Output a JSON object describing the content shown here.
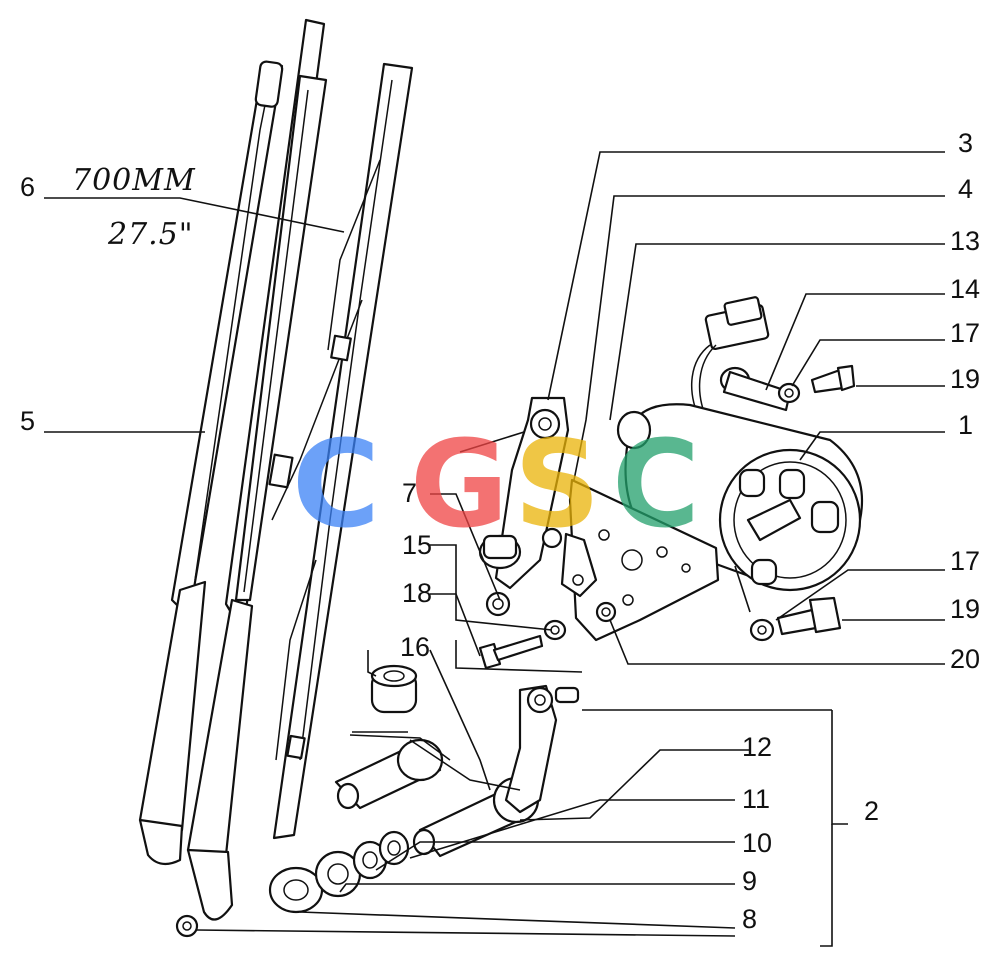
{
  "handwritten_note": {
    "line1": "700MM",
    "line2": "27.5\""
  },
  "watermark": {
    "letters": [
      {
        "char": "C",
        "color": "#3b82f6"
      },
      {
        "char": "G",
        "color": "#ef4444"
      },
      {
        "char": "S",
        "color": "#eab308"
      },
      {
        "char": "C",
        "color": "#22a06b"
      }
    ]
  },
  "callouts": {
    "c1": "1",
    "c2": "2",
    "c3": "3",
    "c4": "4",
    "c5": "5",
    "c6": "6",
    "c7": "7",
    "c8": "8",
    "c9": "9",
    "c10": "10",
    "c11": "11",
    "c12": "12",
    "c13": "13",
    "c14": "14",
    "c15": "15",
    "c16": "16",
    "c17a": "17",
    "c17b": "17",
    "c18": "18",
    "c19a": "19",
    "c19b": "19",
    "c20": "20"
  }
}
